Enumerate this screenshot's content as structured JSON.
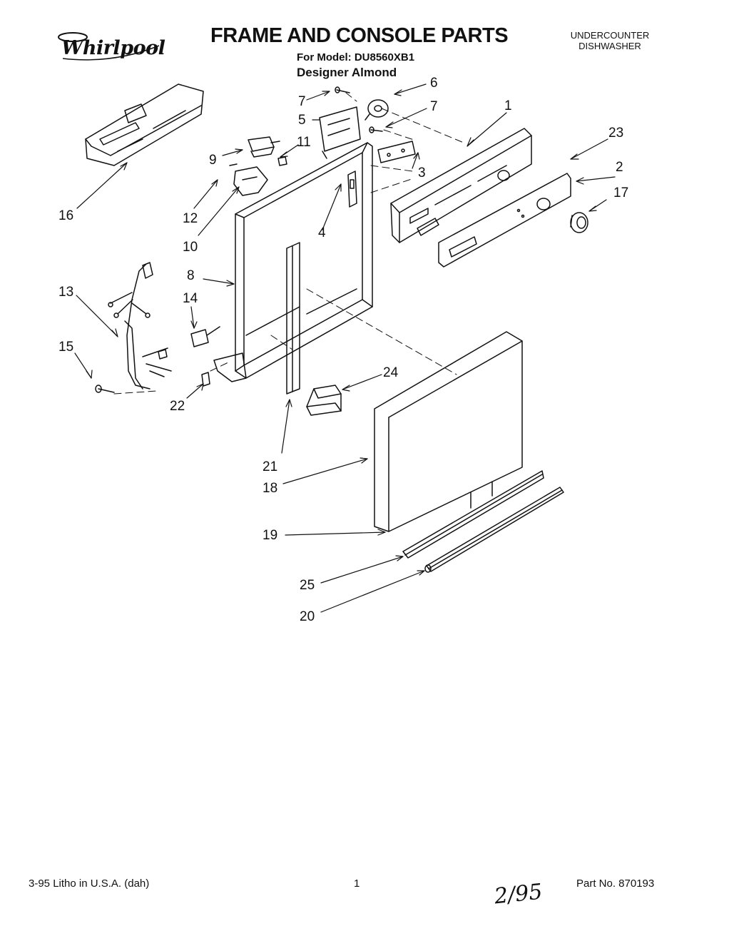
{
  "header": {
    "brand": "Whirlpool",
    "title": "FRAME AND CONSOLE PARTS",
    "model_line": "For Model: DU8560XB1",
    "color_line": "Designer Almond",
    "appliance_type": [
      "UNDERCOUNTER",
      "DISHWASHER"
    ]
  },
  "callouts": {
    "c1": "1",
    "c2": "2",
    "c3": "3",
    "c4": "4",
    "c5": "5",
    "c6": "6",
    "c7a": "7",
    "c7b": "7",
    "c8": "8",
    "c9": "9",
    "c10": "10",
    "c11": "11",
    "c12": "12",
    "c13": "13",
    "c14": "14",
    "c15": "15",
    "c16": "16",
    "c17": "17",
    "c18": "18",
    "c19": "19",
    "c20": "20",
    "c21": "21",
    "c22": "22",
    "c23": "23",
    "c24": "24",
    "c25": "25"
  },
  "footer": {
    "print_info": "3-95  Litho in U.S.A. (dah)",
    "page_number": "1",
    "part_number": "Part No. 870193",
    "handwritten_note": "2/95"
  }
}
